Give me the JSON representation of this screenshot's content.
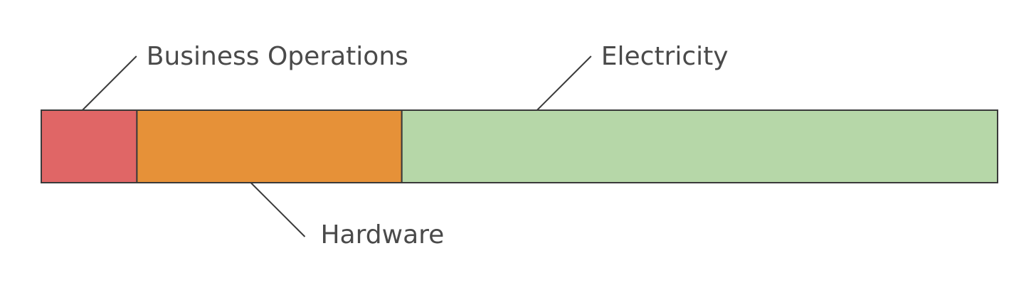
{
  "chart_data": {
    "type": "bar",
    "orientation": "horizontal-stacked",
    "title": "",
    "xlabel": "",
    "ylabel": "",
    "xlim": [
      0,
      100
    ],
    "grid": false,
    "segments": [
      {
        "name": "Business Operations",
        "value": 10,
        "color": "#e06666",
        "label_position": "above"
      },
      {
        "name": "Hardware",
        "value": 27.7,
        "color": "#e69138",
        "label_position": "below"
      },
      {
        "name": "Electricity",
        "value": 62.3,
        "color": "#b6d7a8",
        "label_position": "above"
      }
    ]
  }
}
